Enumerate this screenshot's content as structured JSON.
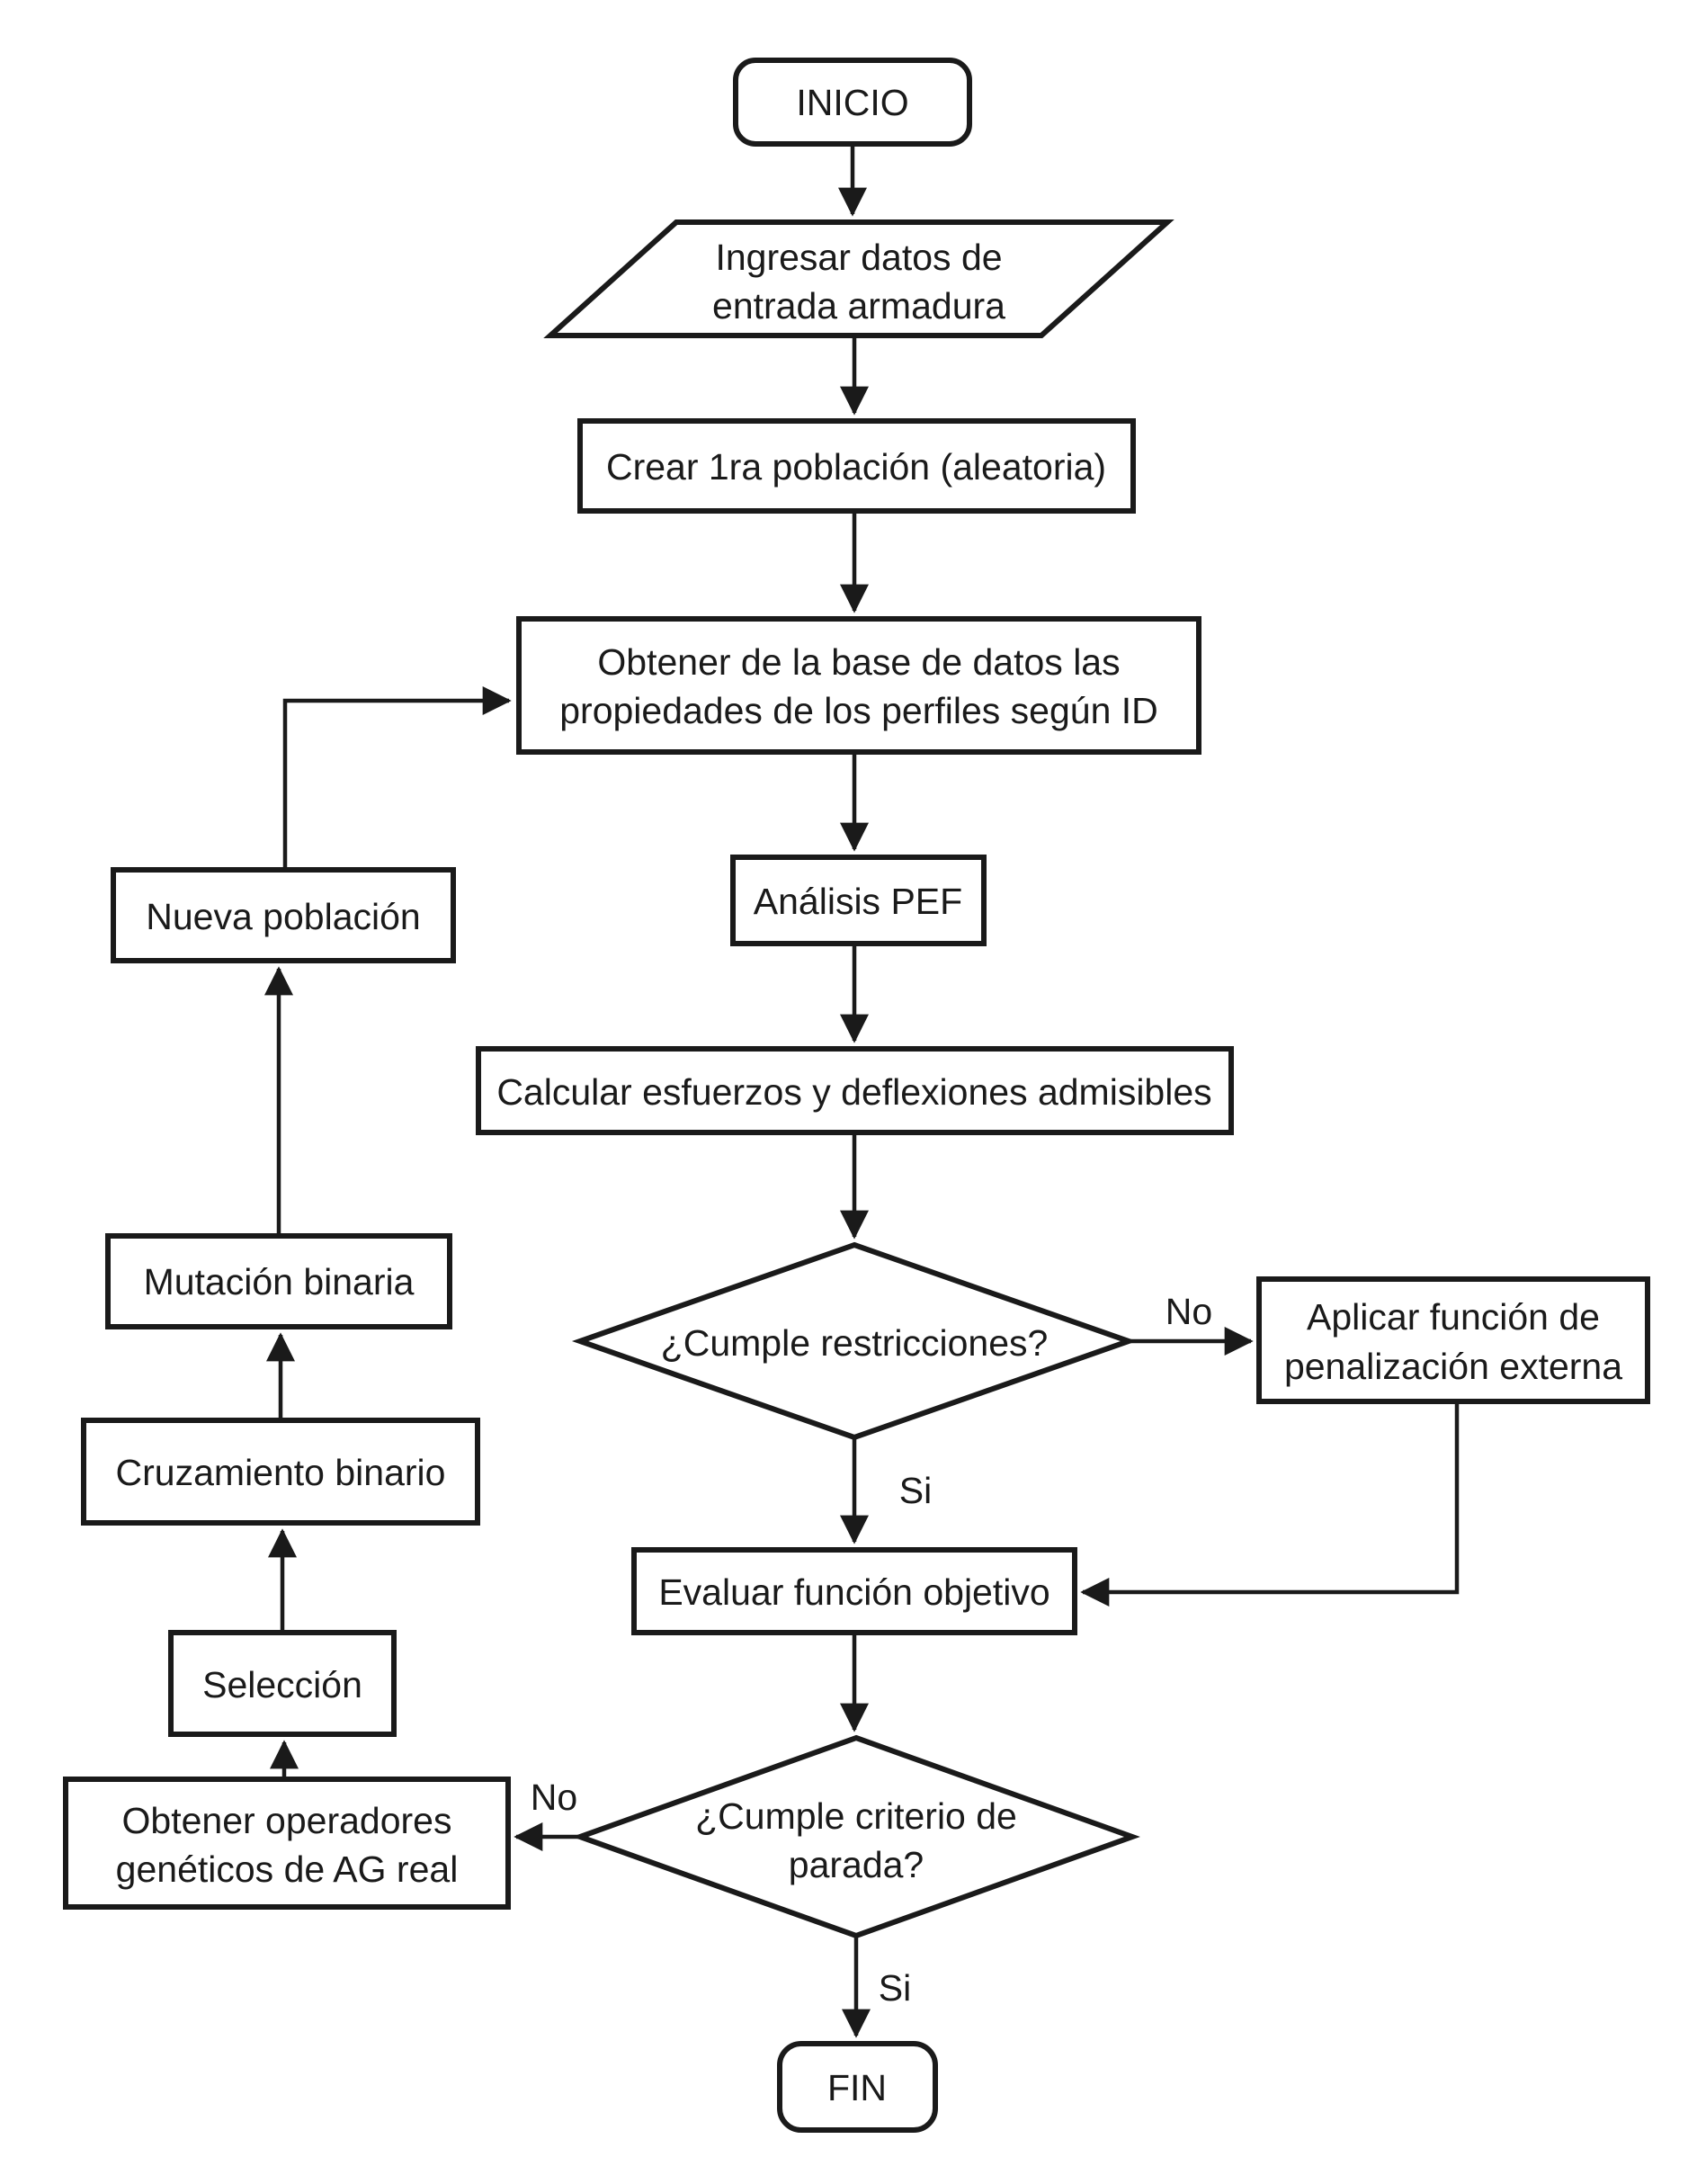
{
  "diagram": {
    "type": "flowchart",
    "language": "es",
    "colors": {
      "stroke": "#1a1a1a",
      "fill": "#ffffff",
      "background": "#ffffff",
      "text": "#1a1a1a"
    },
    "nodes": {
      "inicio": {
        "type": "terminator",
        "label": "INICIO"
      },
      "ingresar": {
        "type": "input-output",
        "line1": "Ingresar datos de",
        "line2": "entrada armadura"
      },
      "crear": {
        "type": "process",
        "label": "Crear 1ra población (aleatoria)"
      },
      "obtener_base": {
        "type": "process",
        "line1": "Obtener de la base de datos las",
        "line2": "propiedades de los perfiles según ID"
      },
      "analisis": {
        "type": "process",
        "label": "Análisis PEF"
      },
      "calcular": {
        "type": "process",
        "label": "Calcular esfuerzos y deflexiones admisibles"
      },
      "cumple_restricciones": {
        "type": "decision",
        "label": "¿Cumple restricciones?"
      },
      "aplicar": {
        "type": "process",
        "line1": "Aplicar función de",
        "line2": "penalización externa"
      },
      "evaluar": {
        "type": "process",
        "label": "Evaluar función objetivo"
      },
      "cumple_criterio": {
        "type": "decision",
        "line1": "¿Cumple criterio de",
        "line2": "parada?"
      },
      "obtener_operadores": {
        "type": "process",
        "line1": "Obtener operadores",
        "line2": "genéticos de AG real"
      },
      "seleccion": {
        "type": "process",
        "label": "Selección"
      },
      "cruzamiento": {
        "type": "process",
        "label": "Cruzamiento binario"
      },
      "mutacion": {
        "type": "process",
        "label": "Mutación binaria"
      },
      "nueva_poblacion": {
        "type": "process",
        "label": "Nueva población"
      },
      "fin": {
        "type": "terminator",
        "label": "FIN"
      }
    },
    "edge_labels": {
      "no_restricciones": "No",
      "si_restricciones": "Si",
      "no_parada": "No",
      "si_parada": "Si"
    }
  }
}
